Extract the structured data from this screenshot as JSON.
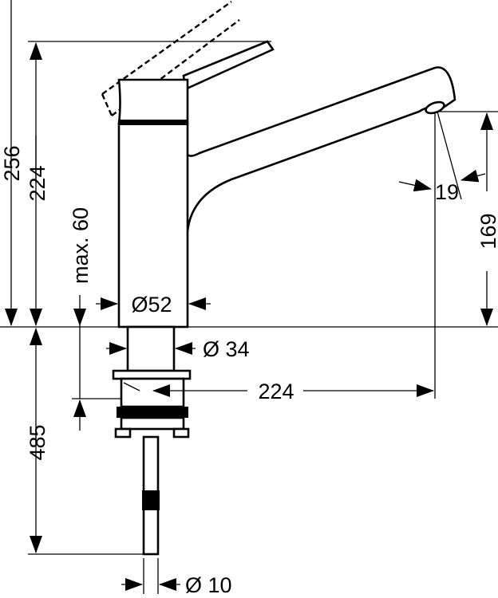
{
  "drawing": {
    "title": "Faucet dimension drawing",
    "dimensions": {
      "total_height": "256",
      "body_height": "224",
      "max_deck_thickness": "max. 60",
      "body_diameter": "Ø52",
      "shank_diameter": "Ø 34",
      "spout_reach": "224",
      "below_deck_length": "485",
      "spout_angle": "19",
      "spout_height": "169",
      "pipe_diameter": "Ø 10"
    }
  }
}
